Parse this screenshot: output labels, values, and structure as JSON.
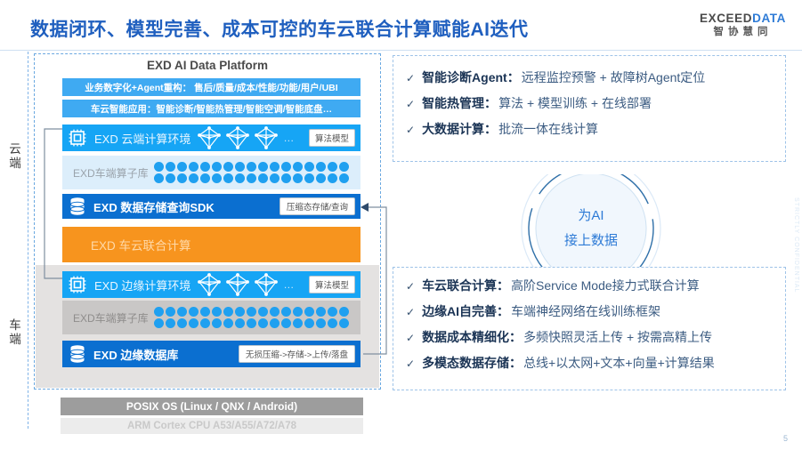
{
  "header": {
    "title": "数据闭环、模型完善、成本可控的车云联合计算赋能AI迭代",
    "logo_top_1": "EXCEED",
    "logo_top_2": "DATA",
    "logo_bottom": "智协慧同"
  },
  "side_labels": {
    "cloud": "云端",
    "vehicle": "车端"
  },
  "platform": {
    "title": "EXD AI Data Platform",
    "app_row_1": "业务数字化+Agent重构： 售后/质量/成本/性能/功能/用户/UBI",
    "app_row_2": "车云智能应用：智能诊断/智能热管理/智能空调/智能底盘…",
    "cloud_compute": "EXD 云端计算环境",
    "cloud_compute_tag": "算法模型",
    "cloud_op_library": "EXD车端算子库",
    "storage_sdk": "EXD 数据存储查询SDK",
    "storage_sdk_tag": "压缩态存储/查询",
    "joint_compute": "EXD 车云联合计算",
    "edge_compute": "EXD 边缘计算环境",
    "edge_compute_tag": "算法模型",
    "edge_op_library": "EXD车端算子库",
    "edge_db": "EXD 边缘数据库",
    "edge_db_tag": "无损压缩->存储->上传/落盘",
    "os_bar": "POSIX OS  (Linux / QNX / Android)",
    "cpu_bar": "ARM Cortex CPU A53/A55/A72/A78"
  },
  "circle": {
    "line1": "为AI",
    "line2": "接上数据"
  },
  "panel_top": {
    "bullets": [
      {
        "check": "✓",
        "strong": "智能诊断Agent：",
        "rest": "远程监控预警 + 故障树Agent定位"
      },
      {
        "check": "✓",
        "strong": "智能热管理：",
        "rest": "算法 + 模型训练 + 在线部署"
      },
      {
        "check": "✓",
        "strong": "大数据计算：",
        "rest": "批流一体在线计算"
      }
    ]
  },
  "panel_bottom": {
    "bullets": [
      {
        "check": "✓",
        "strong": "车云联合计算：",
        "rest": "高阶Service Mode接力式联合计算"
      },
      {
        "check": "✓",
        "strong": "边缘AI自完善：",
        "rest": "车端神经网络在线训练框架"
      },
      {
        "check": "✓",
        "strong": "数据成本精细化：",
        "rest": "多频快照灵活上传 + 按需高精上传"
      },
      {
        "check": "✓",
        "strong": "多模态数据存储：",
        "rest": "总线+以太网+文本+向量+计算结果"
      }
    ]
  },
  "footer": {
    "watermark": "STRICTLY CONFIDENTIAL",
    "page_number": "5"
  },
  "colors": {
    "brand_blue": "#1F5FBF",
    "bar_blue": "#3FAAF2",
    "compute_blue": "#16A5F5",
    "deep_blue": "#0B6FD0",
    "orange": "#F7941E",
    "gray_panel": "#e4e2e1",
    "os_gray": "#9d9d9d"
  }
}
